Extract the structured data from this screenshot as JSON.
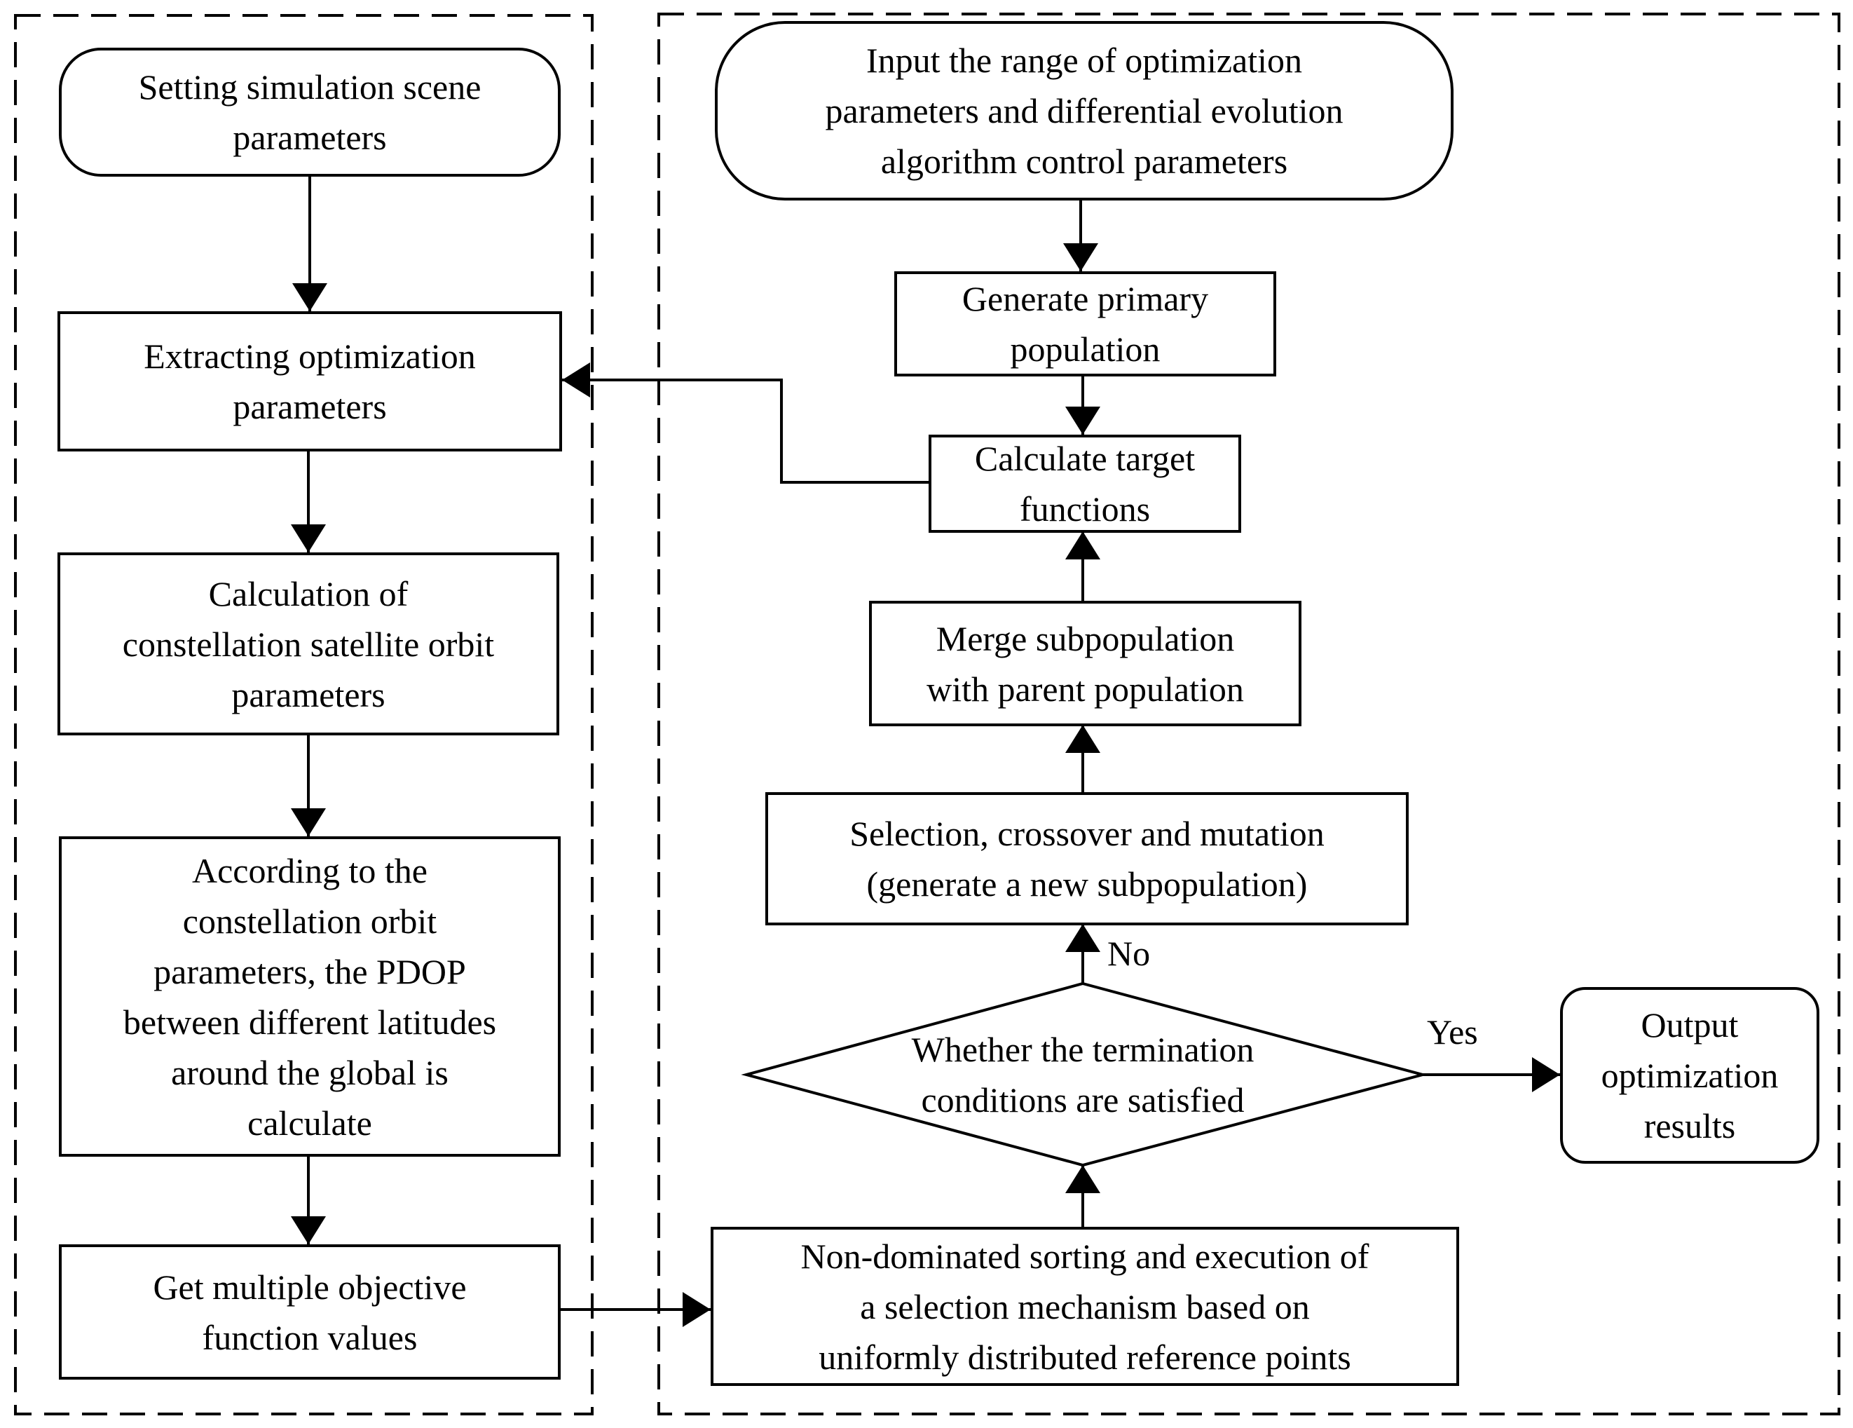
{
  "left_panel": {
    "setting_scene": "Setting simulation scene\nparameters",
    "extracting": "Extracting optimization\nparameters",
    "orbit_params": "Calculation of\nconstellation satellite orbit\nparameters",
    "pdop": "According to the\nconstellation orbit\nparameters, the  PDOP\nbetween different latitudes\naround the global is\ncalculate",
    "objective_values": "Get multiple objective\nfunction values"
  },
  "right_panel": {
    "input_range": "Input the range of optimization\nparameters and differential evolution\nalgorithm control parameters",
    "primary_population": "Generate primary\npopulation",
    "target_functions": "Calculate target\nfunctions",
    "merge": "Merge subpopulation\nwith parent population",
    "selection": "Selection, crossover and mutation\n(generate a new subpopulation)",
    "termination": "Whether the termination\nconditions are satisfied",
    "non_dominated": "Non-dominated sorting and execution of\na selection mechanism based on\nuniformly distributed reference points",
    "output": "Output\noptimization\nresults"
  },
  "edge_labels": {
    "no": "No",
    "yes": "Yes"
  }
}
